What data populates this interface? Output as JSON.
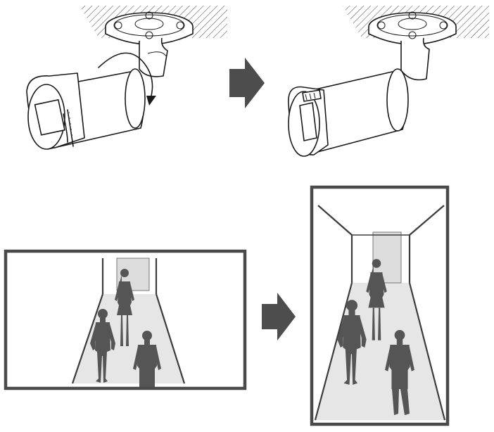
{
  "diagram": {
    "steps": [
      {
        "id": "camera-horizontal",
        "view": "camera",
        "orientation": "horizontal",
        "motion": "rotate-90"
      },
      {
        "id": "camera-rotated",
        "view": "camera",
        "orientation": "rotated-90"
      },
      {
        "id": "view-landscape",
        "view": "corridor",
        "aspect": "landscape",
        "people": 3
      },
      {
        "id": "view-portrait",
        "view": "corridor",
        "aspect": "portrait",
        "people": 3
      }
    ],
    "icons": [
      "rotation-arrow-icon",
      "right-arrow-icon"
    ],
    "colors": {
      "line": "#1a1a1a",
      "frame": "#4a4a4a",
      "floor": "#e6e6e6",
      "person": "#555555",
      "arrow": "#4d4d4d"
    }
  }
}
